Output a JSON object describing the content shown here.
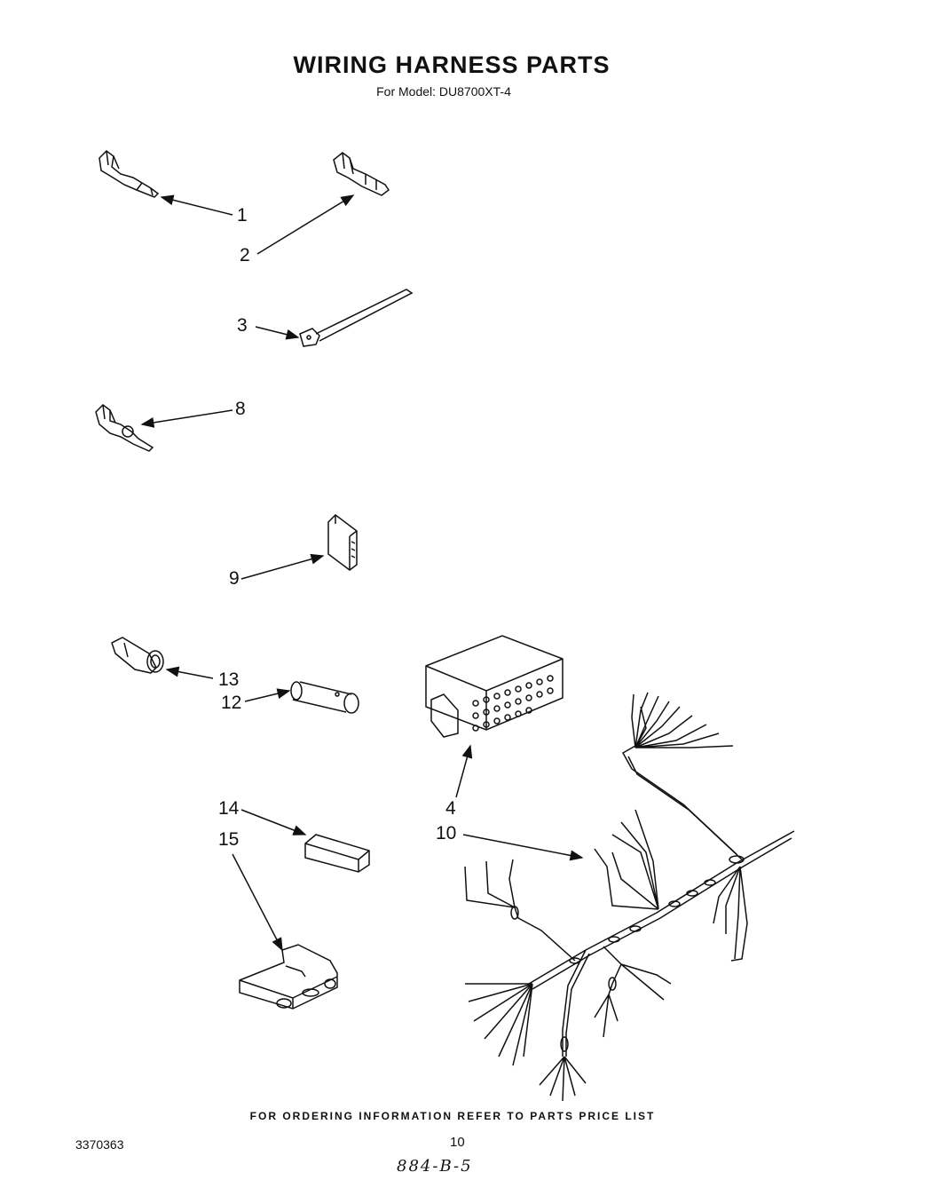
{
  "header": {
    "title": "WIRING HARNESS PARTS",
    "subtitle": "For Model: DU8700XT-4"
  },
  "callouts": {
    "c1": "1",
    "c2": "2",
    "c3": "3",
    "c8": "8",
    "c9": "9",
    "c13": "13",
    "c12": "12",
    "c4": "4",
    "c14": "14",
    "c15": "15",
    "c10": "10"
  },
  "footer": {
    "note": "FOR ORDERING INFORMATION REFER TO PARTS PRICE LIST",
    "doc_number": "3370363",
    "page_number": "10",
    "handwritten": "884-B-5"
  }
}
